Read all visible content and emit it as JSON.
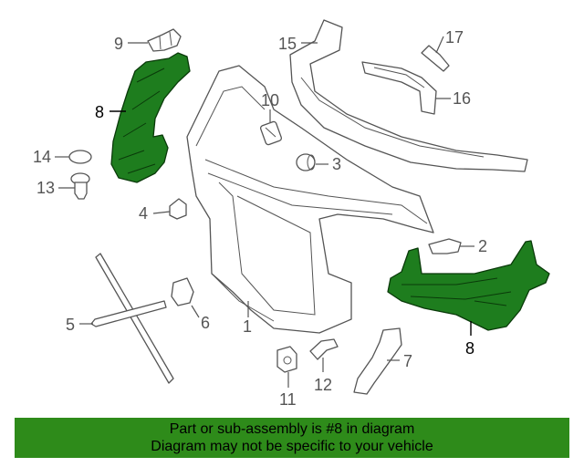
{
  "callouts": {
    "c1": "1",
    "c2": "2",
    "c3": "3",
    "c4": "4",
    "c5": "5",
    "c6": "6",
    "c7": "7",
    "c8a": "8",
    "c8b": "8",
    "c9": "9",
    "c10": "10",
    "c11": "11",
    "c12": "12",
    "c13": "13",
    "c14": "14",
    "c15": "15",
    "c16": "16",
    "c17": "17"
  },
  "colors": {
    "highlight": "#1e7d1e",
    "banner": "#2e8b1a"
  },
  "banner": {
    "line1": "Part or sub-assembly is #8 in diagram",
    "line2": "Diagram may not be specific to your vehicle"
  }
}
